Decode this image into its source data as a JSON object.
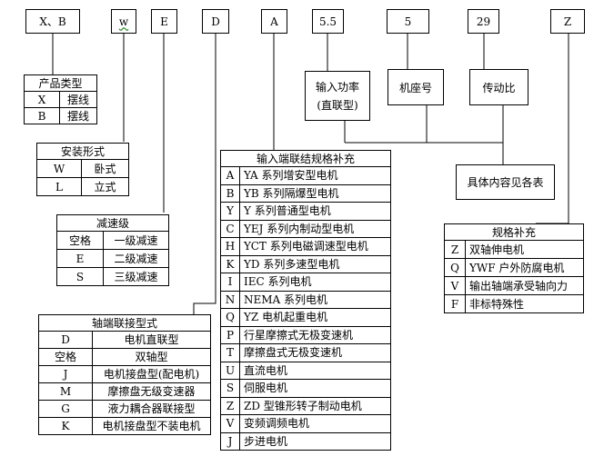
{
  "top_boxes": [
    {
      "id": "xb",
      "label": "X、B"
    },
    {
      "id": "w",
      "label": "w"
    },
    {
      "id": "e",
      "label": "E"
    },
    {
      "id": "d",
      "label": "D"
    },
    {
      "id": "a",
      "label": "A"
    },
    {
      "id": "p55",
      "label": "5.5"
    },
    {
      "id": "p5",
      "label": "5"
    },
    {
      "id": "p29",
      "label": "29"
    },
    {
      "id": "z",
      "label": "Z"
    }
  ],
  "mid_boxes": {
    "power": [
      "输入功率",
      "(直联型)"
    ],
    "frame": "机座号",
    "ratio": "传动比",
    "details": "具体内容见各表"
  },
  "product_type": {
    "title": "产品类型",
    "rows": [
      [
        "X",
        "摆线"
      ],
      [
        "B",
        "摆线"
      ]
    ]
  },
  "mounting": {
    "title": "安装形式",
    "rows": [
      [
        "W",
        "卧式"
      ],
      [
        "L",
        "立式"
      ]
    ]
  },
  "reduction": {
    "title": "减速级",
    "rows": [
      [
        "空格",
        "一级减速"
      ],
      [
        "E",
        "二级减速"
      ],
      [
        "S",
        "三级减速"
      ]
    ]
  },
  "shaft_connection": {
    "title": "轴端联接型式",
    "rows": [
      [
        "D",
        "电机直联型"
      ],
      [
        "空格",
        "双轴型"
      ],
      [
        "J",
        "电机接盘型(配电机)"
      ],
      [
        "M",
        "摩擦盘无级变速器"
      ],
      [
        "G",
        "液力耦合器联接型"
      ],
      [
        "K",
        "电机接盘型不装电机"
      ]
    ]
  },
  "input_spec": {
    "title": "输入端联结规格补充",
    "rows": [
      [
        "A",
        "YA 系列增安型电机"
      ],
      [
        "B",
        "YB 系列隔爆型电机"
      ],
      [
        "Y",
        "Y 系列普通型电机"
      ],
      [
        "C",
        "YEJ 系列内制动型电机"
      ],
      [
        "H",
        "YCT 系列电磁调速型电机"
      ],
      [
        "K",
        "YD 系列多速型电机"
      ],
      [
        "I",
        "IEC 系列电机"
      ],
      [
        "N",
        "NEMA 系列电机"
      ],
      [
        "Q",
        "YZ 电机起重电机"
      ],
      [
        "P",
        "行星摩擦式无极变速机"
      ],
      [
        "T",
        "摩擦盘式无极变速机"
      ],
      [
        "U",
        "直流电机"
      ],
      [
        "S",
        "伺服电机"
      ],
      [
        "Z",
        "ZD 型锥形转子制动电机"
      ],
      [
        "V",
        "变频调频电机"
      ],
      [
        "J",
        "步进电机"
      ]
    ]
  },
  "spec_supplement": {
    "title": "规格补充",
    "rows": [
      [
        "Z",
        "双轴伸电机"
      ],
      [
        "Q",
        "YWF 户外防腐电机"
      ],
      [
        "V",
        "输出轴端承受轴向力"
      ],
      [
        "F",
        "非标特殊性"
      ]
    ]
  }
}
